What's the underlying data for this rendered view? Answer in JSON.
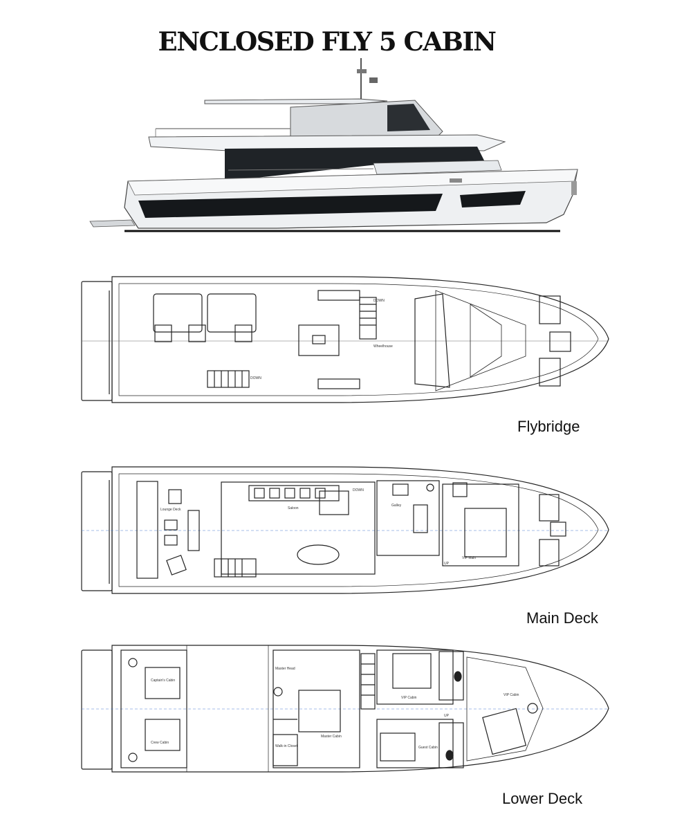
{
  "title": "ENCLOSED FLY 5 CABIN",
  "decks": [
    {
      "id": "flybridge",
      "label": "Flybridge",
      "rooms": [
        "DOWN",
        "Wheelhouse",
        "DOWN"
      ]
    },
    {
      "id": "main-deck",
      "label": "Main Deck",
      "rooms": [
        "Lounge Deck",
        "Saloon",
        "Galley",
        "VIP Main",
        "DOWN",
        "UP"
      ]
    },
    {
      "id": "lower-deck",
      "label": "Lower Deck",
      "rooms": [
        "Captain's Cabin",
        "Crew Cabin",
        "Master Head",
        "Master Cabin",
        "Walk-in Closet",
        "VIP Cabin",
        "Guest Cabin",
        "VIP Cabin",
        "UP"
      ]
    }
  ]
}
